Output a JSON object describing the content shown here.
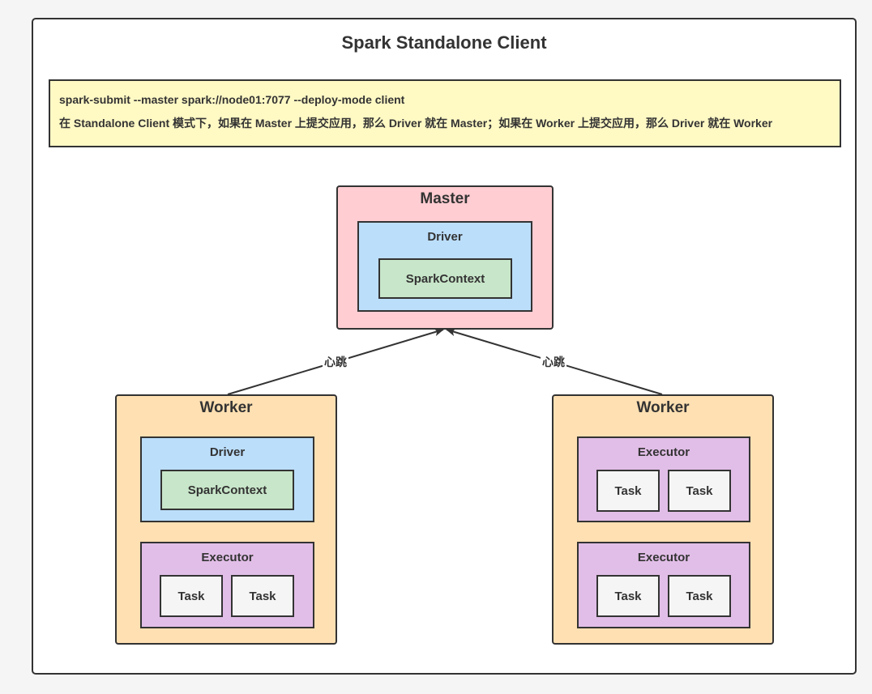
{
  "title": "Spark Standalone Client",
  "note": {
    "command": "spark-submit --master spark://node01:7077 --deploy-mode client",
    "description": "在 Standalone Client 模式下，如果在 Master 上提交应用，那么 Driver 就在 Master；如果在 Worker 上提交应用，那么 Driver 就在 Worker"
  },
  "master": {
    "label": "Master",
    "driver": {
      "label": "Driver",
      "context": "SparkContext"
    }
  },
  "worker_left": {
    "label": "Worker",
    "driver": {
      "label": "Driver",
      "context": "SparkContext"
    },
    "executor": {
      "label": "Executor",
      "tasks": [
        "Task",
        "Task"
      ]
    }
  },
  "worker_right": {
    "label": "Worker",
    "executors": [
      {
        "label": "Executor",
        "tasks": [
          "Task",
          "Task"
        ]
      },
      {
        "label": "Executor",
        "tasks": [
          "Task",
          "Task"
        ]
      }
    ]
  },
  "edges": [
    {
      "from": "Worker",
      "to": "Master",
      "label": "心跳"
    },
    {
      "from": "Worker",
      "to": "Master",
      "label": "心跳"
    }
  ],
  "colors": {
    "master": "#ffcdd2",
    "worker": "#ffe0b2",
    "driver": "#bbdefb",
    "spark_context": "#c8e6c9",
    "executor": "#e1bee7",
    "task": "#f5f5f5",
    "note": "#fff9c4",
    "stroke": "#333333"
  }
}
